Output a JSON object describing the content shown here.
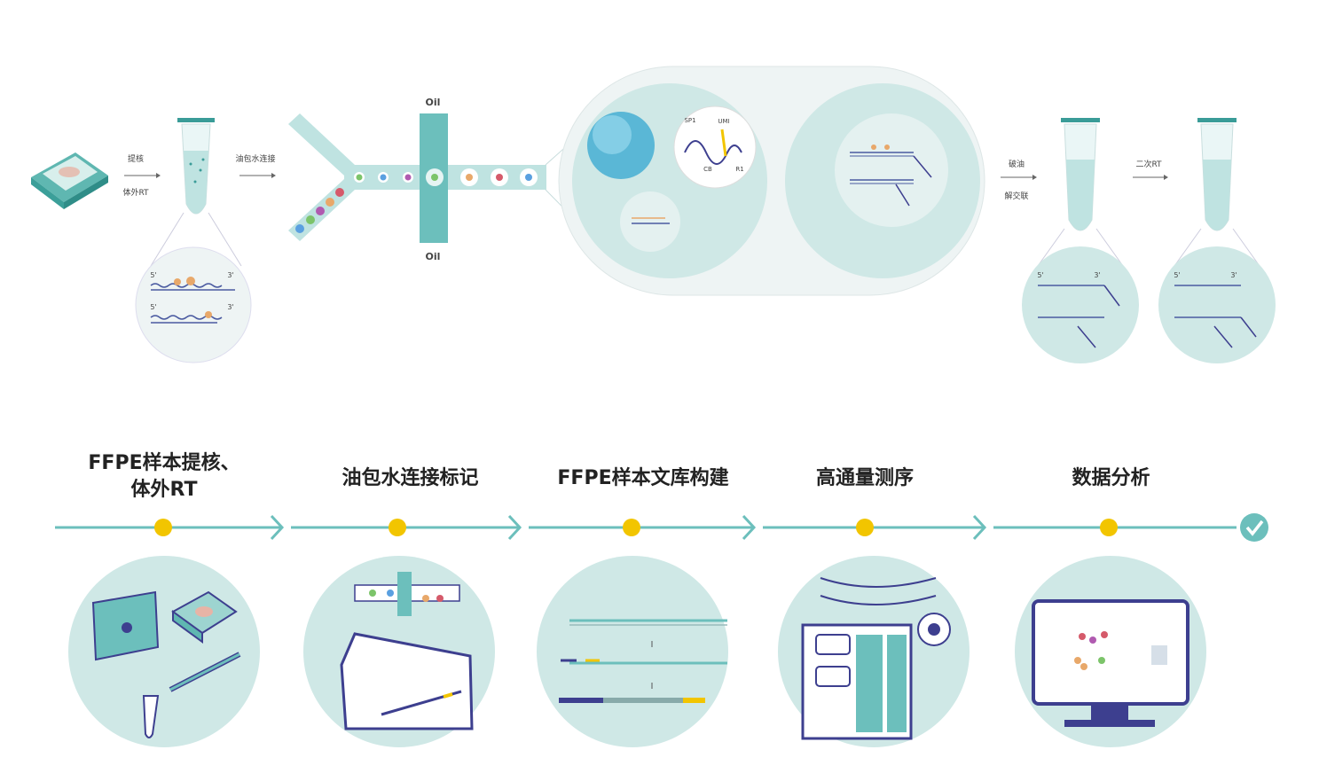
{
  "workflow": {
    "arrow1": {
      "top": "提核",
      "bottom": "体外RT"
    },
    "arrow2": {
      "top": "油包水连接"
    },
    "oil_top": "Oil",
    "oil_bottom": "Oil",
    "bead_labels": {
      "sp1": "SP1",
      "umi": "UMI",
      "cb": "CB",
      "r1": "R1"
    },
    "arrow3": {
      "top": "破油",
      "bottom": "解交联"
    },
    "arrow4": {
      "top": "二次RT"
    },
    "five_prime": "5'",
    "three_prime": "3'"
  },
  "steps": [
    {
      "label_line1": "FFPE样本提核、",
      "label_line2": "体外RT"
    },
    {
      "label_line1": "油包水连接标记",
      "label_line2": ""
    },
    {
      "label_line1": "FFPE样本文库构建",
      "label_line2": ""
    },
    {
      "label_line1": "高通量测序",
      "label_line2": ""
    },
    {
      "label_line1": "数据分析",
      "label_line2": ""
    }
  ],
  "colors": {
    "teal": "#6cbfbc",
    "dark_teal": "#3a9c98",
    "light_teal": "#cdeae8",
    "yellow": "#f2c500",
    "navy": "#3d3f8f",
    "orange": "#e8a86a"
  }
}
